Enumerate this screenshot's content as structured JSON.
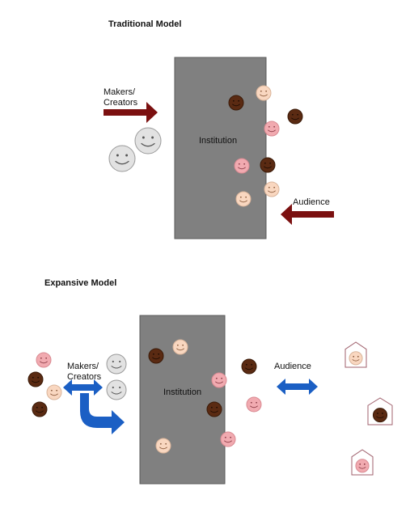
{
  "traditional": {
    "title": "Traditional Model",
    "makers_label": "Makers/\nCreators",
    "institution_label": "Institution",
    "audience_label": "Audience"
  },
  "expansive": {
    "title": "Expansive Model",
    "makers_label": "Makers/\nCreators",
    "institution_label": "Institution",
    "audience_label": "Audience"
  },
  "colors": {
    "institution_fill": "#808080",
    "institution_stroke": "#555555",
    "dark_red_arrow": "#7b1010",
    "blue_arrow": "#1b5fc4",
    "face_dark": "#5a2a12",
    "face_peach": "#f9d7c0",
    "face_pink": "#f1aab0",
    "face_grey": "#e2e2e2",
    "house_stroke": "#a0626e"
  }
}
